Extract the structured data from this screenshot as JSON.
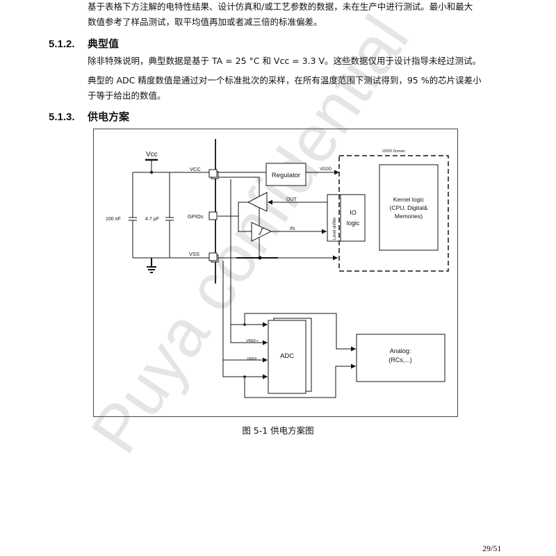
{
  "intro": {
    "line1": "基于表格下方注解的电特性结果、设计仿真和/或工艺参数的数据，未在生产中进行测试。最小和最大",
    "line2": "数值参考了样品测试，取平均值再加或者减三倍的标准偏差。"
  },
  "section_512": {
    "number": "5.1.2.",
    "title": "典型值",
    "p1": "除非特殊说明，典型数据是基于 TA = 25 °C 和 Vcc = 3.3 V。这些数据仅用于设计指导未经过测试。",
    "p2_line1": "典型的 ADC 精度数值是通过对一个标准批次的采样，在所有温度范围下测试得到，95 %的芯片误差小",
    "p2_line2": "于等于给出的数值。"
  },
  "section_513": {
    "number": "5.1.3.",
    "title": "供电方案"
  },
  "diagram": {
    "vcc_supply": "Vcc",
    "cap1": "100 nF",
    "cap2": "4.7 µF",
    "pin_vcc": "VCC",
    "pin_gpio": "GPIOs",
    "pin_vss": "VSS",
    "regulator": "Regulator",
    "vddd": "VDDD",
    "vddd_domain": "VDDD Domain",
    "out": "OUT",
    "in": "IN",
    "level_shifter": "Level shifter",
    "io_logic_1": "IO",
    "io_logic_2": "logic",
    "kernel_1": "Kernel logic",
    "kernel_2": "(CPU, Digital&",
    "kernel_3": "Memories)",
    "vref_plus": "VREF+",
    "vref_minus": "VREF-",
    "adc": "ADC",
    "analog_1": "Analog:",
    "analog_2": "(RCs,...)"
  },
  "caption": "图 5-1 供电方案图",
  "page_number": "29/51",
  "watermark": "Puya confidential"
}
